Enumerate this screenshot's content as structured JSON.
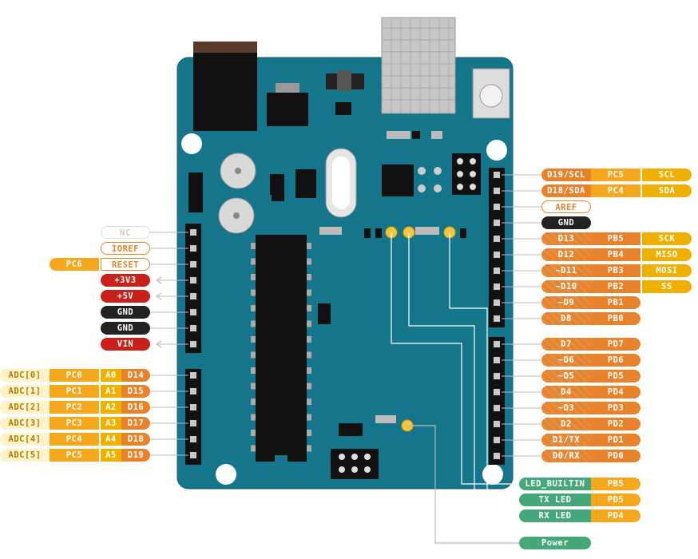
{
  "left_pins": [
    {
      "name": "NC",
      "style": "white"
    },
    {
      "name": "IOREF",
      "style": "outlined"
    },
    {
      "name": "RESET",
      "style": "outlined",
      "port": "PC6"
    },
    {
      "name": "+3V3",
      "style": "red",
      "arrow": true
    },
    {
      "name": "+5V",
      "style": "red",
      "arrow": true
    },
    {
      "name": "GND",
      "style": "black"
    },
    {
      "name": "GND",
      "style": "black"
    },
    {
      "name": "VIN",
      "style": "red",
      "arrow": true
    }
  ],
  "analog_pins": [
    {
      "adc": "ADC[0]",
      "port": "PC0",
      "analog": "A0",
      "digital": "D14"
    },
    {
      "adc": "ADC[1]",
      "port": "PC1",
      "analog": "A1",
      "digital": "D15"
    },
    {
      "adc": "ADC[2]",
      "port": "PC2",
      "analog": "A2",
      "digital": "D16"
    },
    {
      "adc": "ADC[3]",
      "port": "PC3",
      "analog": "A3",
      "digital": "D17"
    },
    {
      "adc": "ADC[4]",
      "port": "PC4",
      "analog": "A4",
      "digital": "D18"
    },
    {
      "adc": "ADC[5]",
      "port": "PC5",
      "analog": "A5",
      "digital": "D19"
    }
  ],
  "right_pins": [
    {
      "name": "D19/SCL",
      "port": "PC5",
      "func": "SCL",
      "style": "orange"
    },
    {
      "name": "D18/SDA",
      "port": "PC4",
      "func": "SDA",
      "style": "orange"
    },
    {
      "name": "AREF",
      "style": "outlined"
    },
    {
      "name": "GND",
      "style": "black"
    },
    {
      "name": "D13",
      "port": "PB5",
      "func": "SCK",
      "style": "striped"
    },
    {
      "name": "D12",
      "port": "PB4",
      "func": "MISO",
      "style": "striped"
    },
    {
      "name": "~D11",
      "port": "PB3",
      "func": "MOSI",
      "style": "striped"
    },
    {
      "name": "~D10",
      "port": "PB2",
      "func": "SS",
      "style": "striped"
    },
    {
      "name": "~D9",
      "port": "PB1",
      "style": "striped"
    },
    {
      "name": "D8",
      "port": "PB0",
      "style": "striped"
    },
    {
      "name": "D7",
      "port": "PD7",
      "style": "striped"
    },
    {
      "name": "~D6",
      "port": "PD6",
      "style": "striped"
    },
    {
      "name": "~D5",
      "port": "PD5",
      "style": "striped"
    },
    {
      "name": "D4",
      "port": "PD4",
      "style": "striped"
    },
    {
      "name": "~D3",
      "port": "PD3",
      "style": "striped"
    },
    {
      "name": "D2",
      "port": "PD2",
      "style": "striped"
    },
    {
      "name": "D1/TX",
      "port": "PD1",
      "style": "striped"
    },
    {
      "name": "D0/RX",
      "port": "PD0",
      "style": "striped"
    }
  ],
  "leds": [
    {
      "name": "LED_BUILTIN",
      "port": "PB5"
    },
    {
      "name": "TX LED",
      "port": "PD5"
    },
    {
      "name": "RX LED",
      "port": "PD4"
    },
    {
      "name": "Power"
    }
  ],
  "colors": {
    "board": "#15768b",
    "board_edge": "#0f5f70",
    "orange": "#e8822b",
    "yellow": "#f5a81e",
    "red": "#c8211b",
    "black": "#222222",
    "teal": "#46a87a"
  }
}
